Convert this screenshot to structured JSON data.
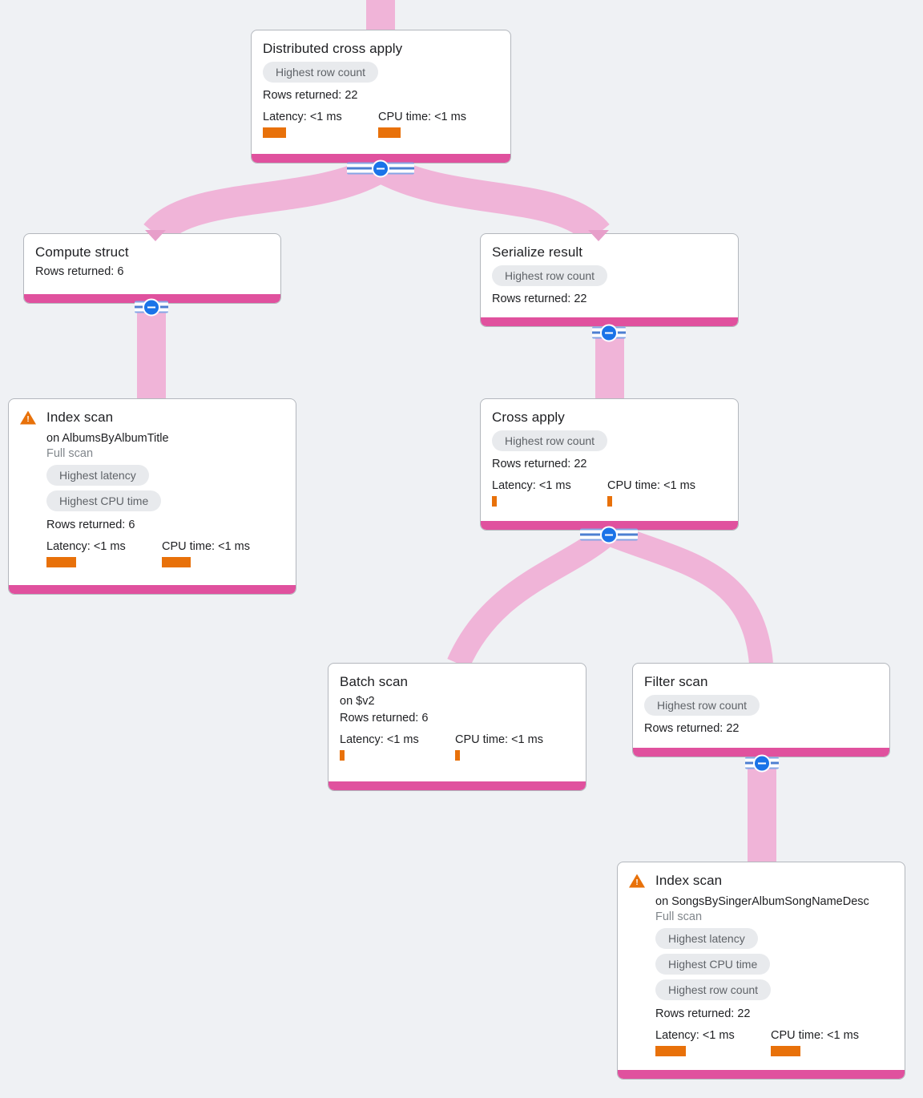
{
  "colors": {
    "background": "#eff1f4",
    "edge_pink": "#f0b4d8",
    "edge_arrow": "#e79fca",
    "node_accent_bar": "#e0519e",
    "metric_bar_orange": "#e8710a",
    "collapse_blue": "#1a73e8",
    "badge_bg": "#e8eaed",
    "badge_text": "#5f6368",
    "warning_orange": "#e8710a"
  },
  "nodes": [
    {
      "title": "Distributed cross apply",
      "badges": [
        "Highest row count"
      ],
      "rows": "Rows returned: 22",
      "latency_label": "Latency: <1 ms",
      "cpu_label": "CPU time: <1 ms",
      "latency_bar": 29,
      "cpu_bar": 28
    },
    {
      "title": "Compute struct",
      "rows": "Rows returned: 6"
    },
    {
      "title": "Index scan",
      "on": "on AlbumsByAlbumTitle",
      "scan": "Full scan",
      "badges": [
        "Highest latency",
        "Highest CPU time"
      ],
      "rows": "Rows returned: 6",
      "latency_label": "Latency: <1 ms",
      "cpu_label": "CPU time: <1 ms",
      "latency_bar": 37,
      "cpu_bar": 36
    },
    {
      "title": "Serialize result",
      "badges": [
        "Highest row count"
      ],
      "rows": "Rows returned: 22"
    },
    {
      "title": "Cross apply",
      "badges": [
        "Highest row count"
      ],
      "rows": "Rows returned: 22",
      "latency_label": "Latency: <1 ms",
      "cpu_label": "CPU time: <1 ms",
      "latency_bar": 6,
      "cpu_bar": 6
    },
    {
      "title": "Batch scan",
      "on": "on $v2",
      "rows": "Rows returned: 6",
      "latency_label": "Latency: <1 ms",
      "cpu_label": "CPU time: <1 ms",
      "latency_bar": 6,
      "cpu_bar": 6
    },
    {
      "title": "Filter scan",
      "badges": [
        "Highest row count"
      ],
      "rows": "Rows returned: 22"
    },
    {
      "title": "Index scan",
      "on": "on SongsBySingerAlbumSongNameDesc",
      "scan": "Full scan",
      "badges": [
        "Highest latency",
        "Highest CPU time",
        "Highest row count"
      ],
      "rows": "Rows returned: 22",
      "latency_label": "Latency: <1 ms",
      "cpu_label": "CPU time: <1 ms",
      "latency_bar": 38,
      "cpu_bar": 37
    }
  ]
}
